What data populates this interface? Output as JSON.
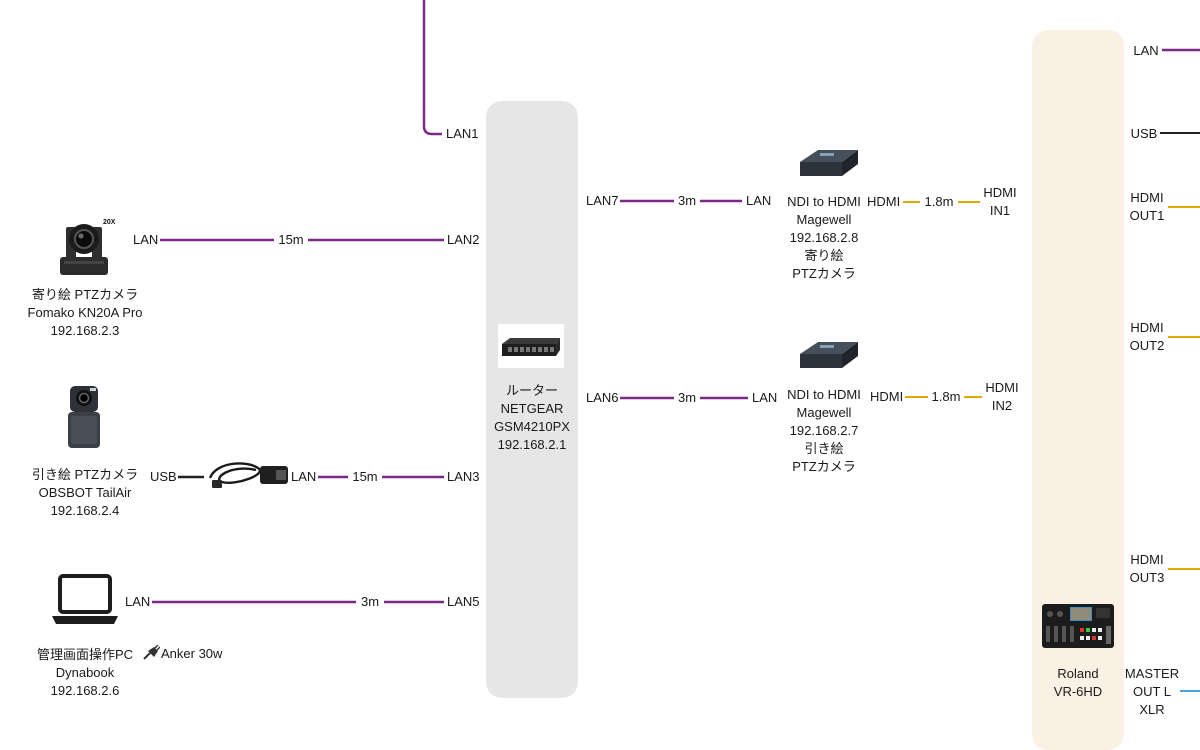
{
  "colors": {
    "lan": "#7a2a86",
    "hdmi": "#e0a800",
    "usb": "#222222",
    "xlr": "#4aa3d8",
    "router_box": "#e6e6e6",
    "switcher_box": "#fbf0e4"
  },
  "cameras": [
    {
      "icon": "ptz-camera-icon",
      "badge": "20X",
      "name": "寄り絵 PTZカメラ",
      "model": "Fomako KN20A Pro",
      "ip": "192.168.2.3",
      "link": {
        "from": "LAN",
        "length": "15m",
        "to": "LAN2"
      }
    },
    {
      "icon": "webcam-icon",
      "name": "引き絵 PTZカメラ",
      "model": "OBSBOT TailAir",
      "ip": "192.168.2.4",
      "usb_label": "USB",
      "adapter_icon": "usb-lan-adapter-icon",
      "link": {
        "from": "LAN",
        "length": "15m",
        "to": "LAN3"
      }
    }
  ],
  "pc": {
    "icon": "laptop-icon",
    "name": "管理画面操作PC",
    "model": "Dynabook",
    "ip": "192.168.2.6",
    "power": "Anker 30w",
    "link": {
      "from": "LAN",
      "length": "3m",
      "to": "LAN5"
    }
  },
  "uplink": {
    "port": "LAN1"
  },
  "router": {
    "name": "ルーター",
    "model": "NETGEAR",
    "sku": "GSM4210PX",
    "ip": "192.168.2.1"
  },
  "converters": [
    {
      "router_port": "LAN7",
      "lan_length": "3m",
      "lan_label": "LAN",
      "name": "NDI to HDMI",
      "brand": "Magewell",
      "ip": "192.168.2.8",
      "role1": "寄り絵",
      "role2": "PTZカメラ",
      "hdmi_out": "HDMI",
      "hdmi_length": "1.8m",
      "input": "HDMI\nIN1"
    },
    {
      "router_port": "LAN6",
      "lan_length": "3m",
      "lan_label": "LAN",
      "name": "NDI to HDMI",
      "brand": "Magewell",
      "ip": "192.168.2.7",
      "role1": "引き絵",
      "role2": "PTZカメラ",
      "hdmi_out": "HDMI",
      "hdmi_length": "1.8m",
      "input": "HDMI\nIN2"
    }
  ],
  "switcher": {
    "name": "Roland",
    "model": "VR-6HD",
    "ports": {
      "lan": "LAN",
      "usb": "USB",
      "hdmi_out1": "HDMI\nOUT1",
      "hdmi_out2": "HDMI\nOUT2",
      "hdmi_out3": "HDMI\nOUT3",
      "master": "MASTER\nOUT L\nXLR"
    }
  }
}
